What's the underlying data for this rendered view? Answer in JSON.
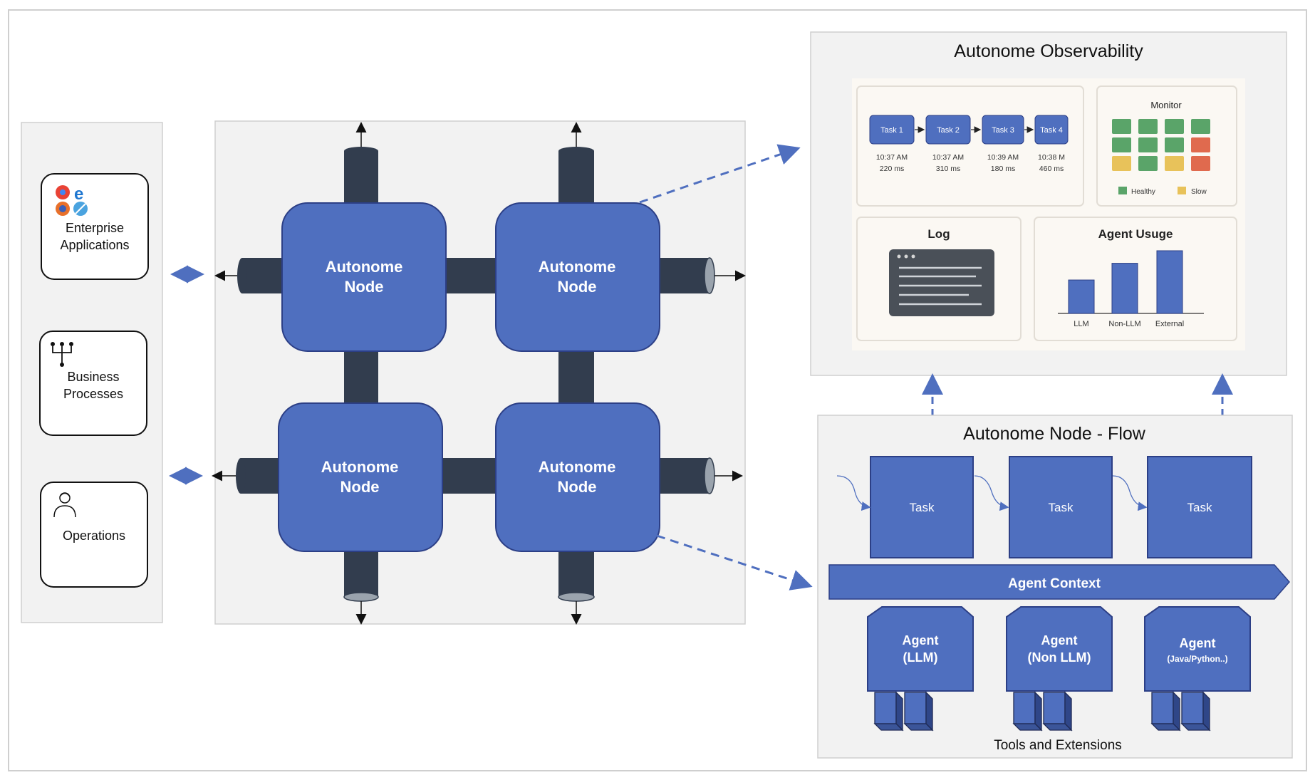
{
  "left_panel": {
    "enterprise": {
      "line1": "Enterprise",
      "line2": "Applications"
    },
    "business": {
      "line1": "Business",
      "line2": "Processes"
    },
    "operations": {
      "label": "Operations"
    }
  },
  "mesh": {
    "nodes": [
      {
        "line1": "Autonome",
        "line2": "Node"
      },
      {
        "line1": "Autonome",
        "line2": "Node"
      },
      {
        "line1": "Autonome",
        "line2": "Node"
      },
      {
        "line1": "Autonome",
        "line2": "Node"
      }
    ]
  },
  "observability": {
    "title": "Autonome Observability",
    "tasks": [
      {
        "label": "Task 1",
        "time": "10:37 AM",
        "duration": "220 ms"
      },
      {
        "label": "Task 2",
        "time": "10:37 AM",
        "duration": "310 ms"
      },
      {
        "label": "Task 3",
        "time": "10:39 AM",
        "duration": "180 ms"
      },
      {
        "label": "Task 4",
        "time": "10:38 M",
        "duration": "460 ms"
      }
    ],
    "monitor": {
      "title": "Monitor",
      "grid": [
        [
          "healthy",
          "healthy",
          "healthy",
          "healthy"
        ],
        [
          "healthy",
          "healthy",
          "healthy",
          "error"
        ],
        [
          "slow",
          "healthy",
          "slow",
          "error"
        ]
      ],
      "legend_healthy": "Healthy",
      "legend_slow": "Slow",
      "colors": {
        "healthy": "#5aa469",
        "slow": "#e8c25a",
        "error": "#e06a4e"
      }
    },
    "log": {
      "title": "Log"
    },
    "usage": {
      "title": "Agent Usuge",
      "chart_data": {
        "type": "bar",
        "categories": [
          "LLM",
          "Non-LLM",
          "External"
        ],
        "values": [
          40,
          60,
          75
        ]
      }
    }
  },
  "flow": {
    "title": "Autonome Node - Flow",
    "tasks": [
      "Task",
      "Task",
      "Task"
    ],
    "context": "Agent Context",
    "agents": [
      {
        "line1": "Agent",
        "line2": "(LLM)"
      },
      {
        "line1": "Agent",
        "line2": "(Non LLM)"
      },
      {
        "line1": "Agent",
        "line2": "(Java/Python..)"
      }
    ],
    "footer": "Tools and Extensions"
  },
  "colors": {
    "node_blue": "#4f6fbf",
    "node_border": "#2c3f86",
    "pipe": "#323d4e",
    "dash_arrow": "#4f6fbf",
    "panel_bg": "#f2f2f2"
  }
}
